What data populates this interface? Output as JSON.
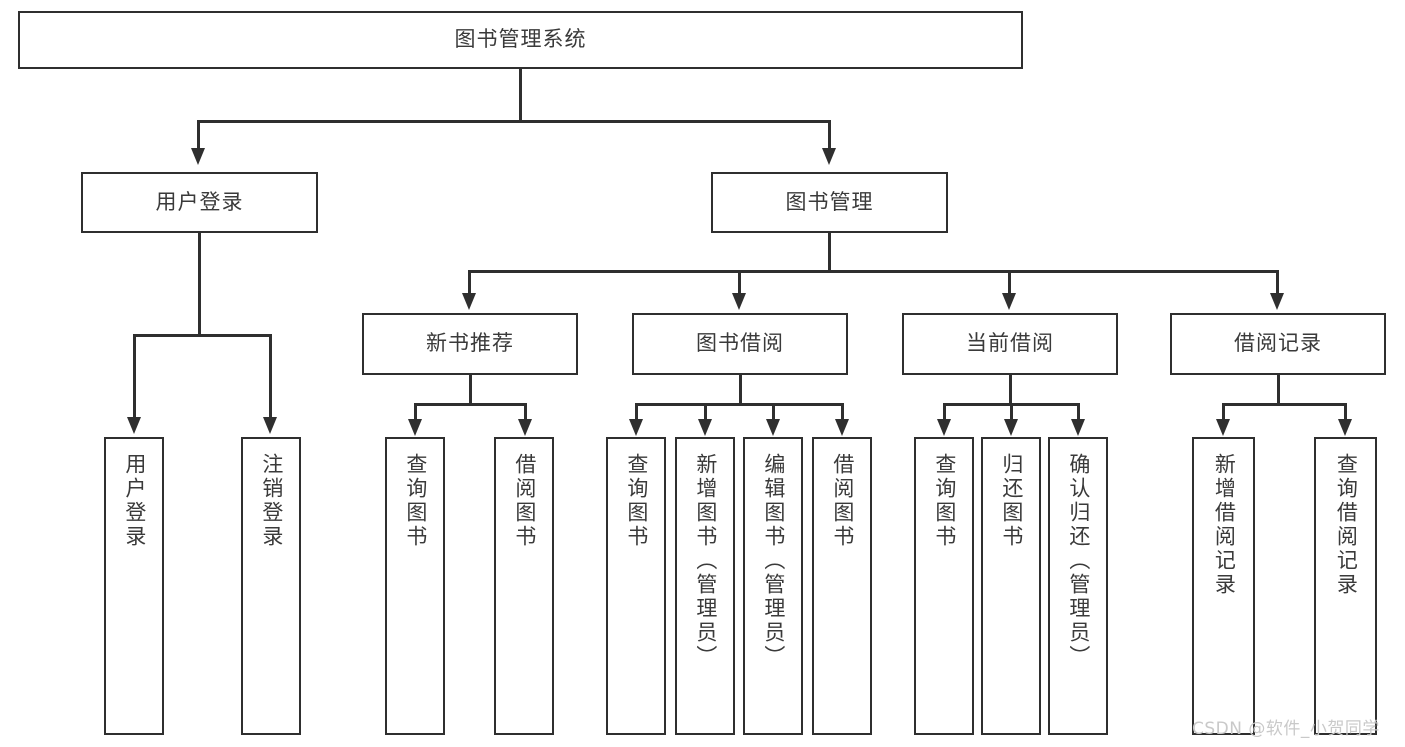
{
  "diagram": {
    "type": "tree",
    "title": "图书管理系统",
    "orientation": "top-down",
    "colors": {
      "stroke": "#2f2f2f",
      "text": "#3a3a3a",
      "background": "#ffffff",
      "watermark": "#c9c9c9"
    },
    "root": {
      "label": "图书管理系统",
      "children": [
        {
          "label": "用户登录",
          "children": [
            {
              "label": "用户登录"
            },
            {
              "label": "注销登录"
            }
          ]
        },
        {
          "label": "图书管理",
          "children": [
            {
              "label": "新书推荐",
              "children": [
                {
                  "label": "查询图书"
                },
                {
                  "label": "借阅图书"
                }
              ]
            },
            {
              "label": "图书借阅",
              "children": [
                {
                  "label": "查询图书"
                },
                {
                  "label": "新增图书（管理员）"
                },
                {
                  "label": "编辑图书（管理员）"
                },
                {
                  "label": "借阅图书"
                }
              ]
            },
            {
              "label": "当前借阅",
              "children": [
                {
                  "label": "查询图书"
                },
                {
                  "label": "归还图书"
                },
                {
                  "label": "确认归还（管理员）"
                }
              ]
            },
            {
              "label": "借阅记录",
              "children": [
                {
                  "label": "新增借阅记录"
                },
                {
                  "label": "查询借阅记录"
                }
              ]
            }
          ]
        }
      ]
    }
  },
  "nodes": {
    "root": "图书管理系统",
    "user_login": "用户登录",
    "book_manage": "图书管理",
    "new_book_rec": "新书推荐",
    "book_borrow": "图书借阅",
    "current_borrow": "当前借阅",
    "borrow_record": "借阅记录",
    "leaf_user_login": "用户登录",
    "leaf_logout": "注销登录",
    "leaf_rec_query": "查询图书",
    "leaf_rec_borrow": "借阅图书",
    "leaf_bb_query": "查询图书",
    "leaf_bb_add": "新增图书（管理员）",
    "leaf_bb_edit": "编辑图书（管理员）",
    "leaf_bb_borrow": "借阅图书",
    "leaf_cb_query": "查询图书",
    "leaf_cb_return": "归还图书",
    "leaf_cb_confirm": "确认归还（管理员）",
    "leaf_br_add": "新增借阅记录",
    "leaf_br_query": "查询借阅记录"
  },
  "watermark": {
    "text": "CSDN @软件_小贺同学"
  }
}
